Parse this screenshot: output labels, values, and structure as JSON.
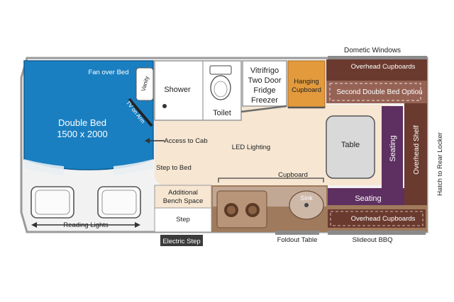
{
  "labels": {
    "dometic_windows": "Dometic Windows",
    "fan_over_bed": "Fan over Bed",
    "vanity": "Vanity",
    "shower": "Shower",
    "toilet": "Toilet",
    "fridge_line1": "Vitrifrigo",
    "fridge_line2": "Two Door",
    "fridge_line3": "Fridge",
    "fridge_line4": "Freezer",
    "hanging_line1": "Hanging",
    "hanging_line2": "Cupboard",
    "overhead_cupboards_top": "Overhead Cupboards",
    "second_double_bed": "Second Double Bed Option",
    "double_bed_line1": "Double Bed",
    "double_bed_line2": "1500 x 2000",
    "tv_on_arm": "TV on Arm",
    "access_to_cab": "Access to Cab",
    "led_lighting": "LED Lighting",
    "table": "Table",
    "seating_vertical": "Seating",
    "overhead_shelf": "Overhead Shelf",
    "hatch_to_rear_locker": "Hatch to Rear Locker",
    "step_to_bed": "Step to Bed",
    "cupboard": "Cupboard",
    "additional_line1": "Additional",
    "additional_line2": "Bench Space",
    "sink": "Sink",
    "seating_horizontal": "Seating",
    "step": "Step",
    "reading_lights": "Reading Lights",
    "overhead_cupboards_bottom": "Overhead Cupboards",
    "electric_step": "Electric Step",
    "foldout_table": "Foldout Table",
    "slideout_bbq": "Slideout BBQ"
  },
  "colors": {
    "bed_blue": "#1a7fc1",
    "hanging_orange": "#e39a3c",
    "bench_brown": "#a07a5c",
    "cupboard_brown": "#6b3a2e",
    "seat_purple": "#5e2f61",
    "floor_cream": "#f6e6d2",
    "dark_label": "#3b3b3b"
  }
}
